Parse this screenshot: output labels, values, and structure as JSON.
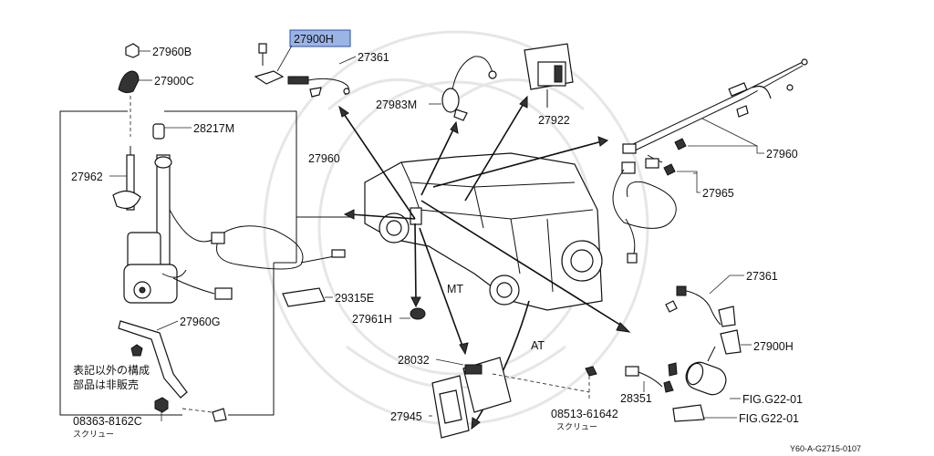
{
  "diagram": {
    "highlighted_part": "27900H",
    "labels": {
      "p27960B": "27960B",
      "p27900C": "27900C",
      "p27900H_top": "27900H",
      "p27361_top": "27361",
      "p27983M": "27983M",
      "p27922": "27922",
      "p28217M": "28217M",
      "p27962": "27962",
      "p27960_left": "27960",
      "p27960_right": "27960",
      "p27965": "27965",
      "p29315E": "29315E",
      "p27961H": "27961H",
      "p27960G": "27960G",
      "p27361_right": "27361",
      "p27900H_right": "27900H",
      "p28032": "28032",
      "p28351": "28351",
      "fig_g22_a": "FIG.G22-01",
      "fig_g22_b": "FIG.G22-01",
      "p27945": "27945",
      "p08513": "08513-61642",
      "p08513_sub": "スクリュー",
      "p08363": "08363-8162C",
      "p08363_sub": "スクリュー",
      "mt": "MT",
      "at": "AT",
      "note_line1": "表記以外の構成",
      "note_line2": "部品は非販売",
      "footer_code": "Y60-A-G2715-0107"
    }
  }
}
